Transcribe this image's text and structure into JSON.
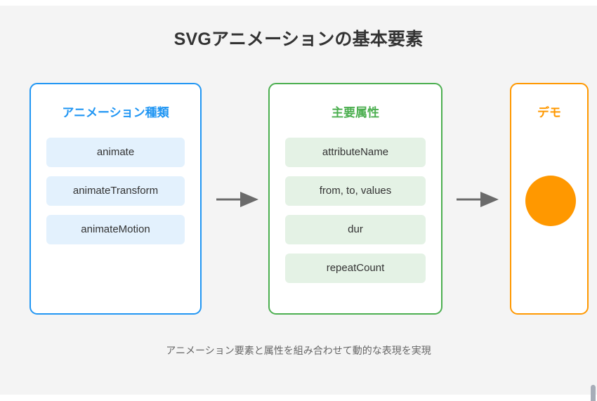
{
  "page": {
    "title": "SVGアニメーションの基本要素",
    "footer_caption": "アニメーション要素と属性を組み合わせて動的な表現を実現",
    "background_color": "#f4f4f4"
  },
  "panels": [
    {
      "id": "types",
      "title": "アニメーション種類",
      "accent_color": "#2196f3",
      "item_fill": "#e3f1fd",
      "items": [
        "animate",
        "animateTransform",
        "animateMotion"
      ]
    },
    {
      "id": "attributes",
      "title": "主要属性",
      "accent_color": "#4caf50",
      "item_fill": "#e4f2e5",
      "items": [
        "attributeName",
        "from, to, values",
        "dur",
        "repeatCount"
      ]
    },
    {
      "id": "demo",
      "title": "デモ",
      "accent_color": "#ff9800",
      "shape": "circle",
      "shape_color": "#ff9800"
    }
  ],
  "arrows": [
    {
      "name": "arrow-types-to-attributes",
      "color": "#6b6b6b"
    },
    {
      "name": "arrow-attributes-to-demo",
      "color": "#6b6b6b"
    }
  ]
}
